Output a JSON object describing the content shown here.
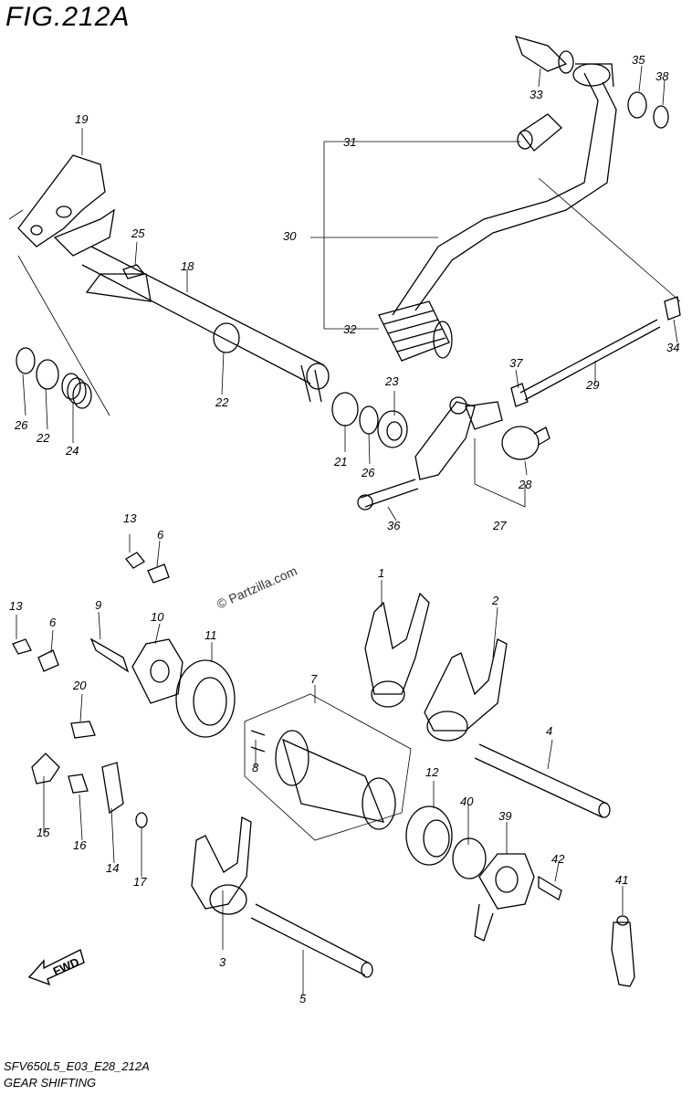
{
  "header": {
    "title": "FIG.212A"
  },
  "footer": {
    "code": "SFV650L5_E03_E28_212A",
    "name": "GEAR SHIFTING"
  },
  "watermark": "© Partzilla.com",
  "fwd_label": "FWD",
  "callouts": [
    {
      "id": "c1",
      "n": "1"
    },
    {
      "id": "c2",
      "n": "2"
    },
    {
      "id": "c3",
      "n": "3"
    },
    {
      "id": "c4",
      "n": "4"
    },
    {
      "id": "c5",
      "n": "5"
    },
    {
      "id": "c6a",
      "n": "6"
    },
    {
      "id": "c6b",
      "n": "6"
    },
    {
      "id": "c7",
      "n": "7"
    },
    {
      "id": "c8",
      "n": "8"
    },
    {
      "id": "c9",
      "n": "9"
    },
    {
      "id": "c10",
      "n": "10"
    },
    {
      "id": "c11",
      "n": "11"
    },
    {
      "id": "c12",
      "n": "12"
    },
    {
      "id": "c13a",
      "n": "13"
    },
    {
      "id": "c13b",
      "n": "13"
    },
    {
      "id": "c14",
      "n": "14"
    },
    {
      "id": "c15",
      "n": "15"
    },
    {
      "id": "c16",
      "n": "16"
    },
    {
      "id": "c17",
      "n": "17"
    },
    {
      "id": "c18",
      "n": "18"
    },
    {
      "id": "c19",
      "n": "19"
    },
    {
      "id": "c20",
      "n": "20"
    },
    {
      "id": "c21",
      "n": "21"
    },
    {
      "id": "c22a",
      "n": "22"
    },
    {
      "id": "c22b",
      "n": "22"
    },
    {
      "id": "c23",
      "n": "23"
    },
    {
      "id": "c24",
      "n": "24"
    },
    {
      "id": "c25",
      "n": "25"
    },
    {
      "id": "c26a",
      "n": "26"
    },
    {
      "id": "c26b",
      "n": "26"
    },
    {
      "id": "c27",
      "n": "27"
    },
    {
      "id": "c28",
      "n": "28"
    },
    {
      "id": "c29",
      "n": "29"
    },
    {
      "id": "c30",
      "n": "30"
    },
    {
      "id": "c31",
      "n": "31"
    },
    {
      "id": "c32",
      "n": "32"
    },
    {
      "id": "c33",
      "n": "33"
    },
    {
      "id": "c34",
      "n": "34"
    },
    {
      "id": "c35",
      "n": "35"
    },
    {
      "id": "c36",
      "n": "36"
    },
    {
      "id": "c37",
      "n": "37"
    },
    {
      "id": "c38",
      "n": "38"
    },
    {
      "id": "c39",
      "n": "39"
    },
    {
      "id": "c40",
      "n": "40"
    },
    {
      "id": "c41",
      "n": "41"
    },
    {
      "id": "c42",
      "n": "42"
    }
  ]
}
